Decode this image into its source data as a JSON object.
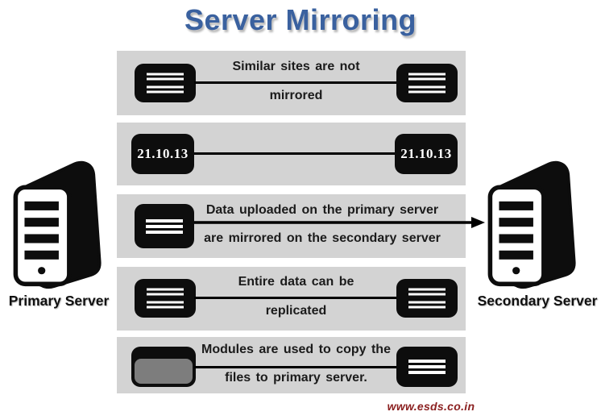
{
  "title": "Server Mirroring",
  "footer": {
    "website": "www.esds.co.in"
  },
  "servers": {
    "primary_label": "Primary Server",
    "secondary_label": "Secondary Server"
  },
  "rows": [
    {
      "name": "similar-sites",
      "line1": "Similar sites are not",
      "line2": "mirrored",
      "left_icon": "drive-icon",
      "right_icon": "drive-icon",
      "connector": "line"
    },
    {
      "name": "sync-dates",
      "left_date": "21.10.13",
      "right_date": "21.10.13",
      "left_icon": "date-chip",
      "right_icon": "date-chip",
      "connector": "line"
    },
    {
      "name": "data-upload",
      "line1": "Data uploaded on the primary server",
      "line2": "are mirrored on the secondary server",
      "left_icon": "drive-icon",
      "connector": "arrow-to-secondary-server"
    },
    {
      "name": "entire-data",
      "line1": "Entire data can be",
      "line2": "replicated",
      "left_icon": "drive-icon",
      "right_icon": "drive-icon",
      "connector": "line"
    },
    {
      "name": "modules",
      "line1": "Modules are used to copy the",
      "line2": "files to primary server.",
      "left_icon": "module-icon",
      "right_icon": "drive-icon",
      "connector": "line"
    }
  ],
  "icons": {
    "server_tower": "server-tower-icon",
    "drive": "drive-icon",
    "module": "module-icon",
    "arrow": "mirror-arrow"
  },
  "colors": {
    "title_blue": "#3a619f",
    "band_gray": "#d3d3d3",
    "icon_black": "#0d0d0d",
    "module_gray": "#7d7d7d",
    "footer_red": "#8b2020",
    "text_black": "#1b1b1b"
  }
}
